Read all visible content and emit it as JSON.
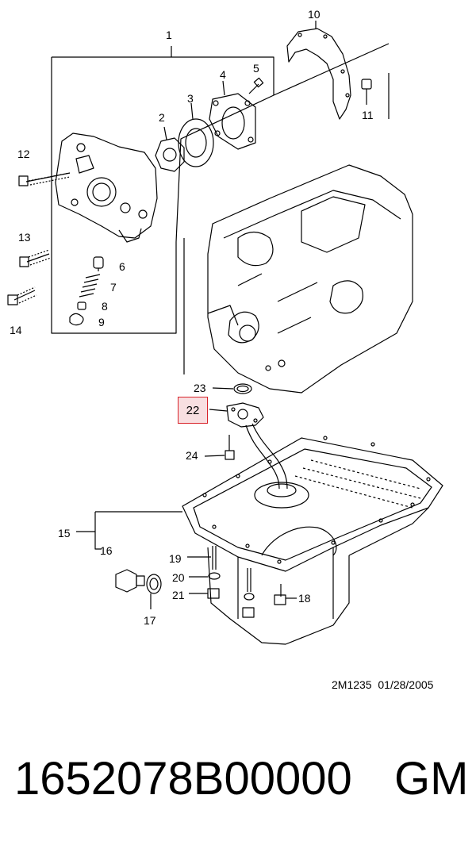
{
  "callouts": [
    "1",
    "2",
    "3",
    "4",
    "5",
    "6",
    "7",
    "8",
    "9",
    "10",
    "11",
    "12",
    "13",
    "14",
    "15",
    "16",
    "17",
    "18",
    "19",
    "20",
    "21",
    "22",
    "23",
    "24"
  ],
  "highlighted_callout": "22",
  "highlight_color": "#d8232a",
  "highlight_fill": "#f8dfe1",
  "drawing_code": "2M1235",
  "drawing_date": "01/28/2005",
  "part_number": "1652078B00000",
  "brand": "GM"
}
